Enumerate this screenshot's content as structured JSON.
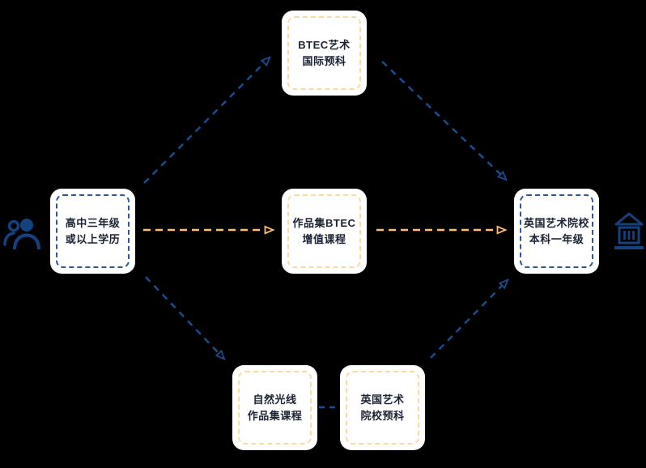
{
  "canvas": {
    "background": "#000000"
  },
  "colors": {
    "node_background": "#FFFFFF",
    "node_text": "#1A2233",
    "node_border_blue": "#2F5796",
    "node_border_yellow": "#F8DCA2",
    "arrow_blue": "#1B4C8F",
    "arrow_yellow": "#FDC169",
    "icon_blue": "#14417F"
  },
  "nodes": {
    "student": {
      "line1": "高中三年级",
      "line2": "或以上学历"
    },
    "btec_intl_foundation": {
      "line1": "BTEC艺术",
      "line2": "国际预科"
    },
    "portfolio_btec": {
      "line1": "作品集BTEC",
      "line2": "增值课程"
    },
    "uk_art_year1": {
      "line1": "英国艺术院校",
      "line2": "本科一年级"
    },
    "natural_light_portfolio": {
      "line1": "自然光线",
      "line2": "作品集课程"
    },
    "uk_art_foundation": {
      "line1": "英国艺术",
      "line2": "院校预科"
    }
  },
  "icons": {
    "left": "users-icon",
    "right": "bank-icon"
  },
  "edges": [
    {
      "from": "student",
      "to": "btec_intl_foundation",
      "color": "blue",
      "arrow": true
    },
    {
      "from": "student",
      "to": "portfolio_btec",
      "color": "yellow",
      "arrow": true
    },
    {
      "from": "student",
      "to": "natural_light_portfolio",
      "color": "blue",
      "arrow": true
    },
    {
      "from": "btec_intl_foundation",
      "to": "uk_art_year1",
      "color": "blue",
      "arrow": true
    },
    {
      "from": "portfolio_btec",
      "to": "uk_art_year1",
      "color": "yellow",
      "arrow": true
    },
    {
      "from": "natural_light_portfolio",
      "to": "uk_art_foundation",
      "color": "blue",
      "arrow": false
    },
    {
      "from": "uk_art_foundation",
      "to": "uk_art_year1",
      "color": "blue",
      "arrow": true
    }
  ]
}
